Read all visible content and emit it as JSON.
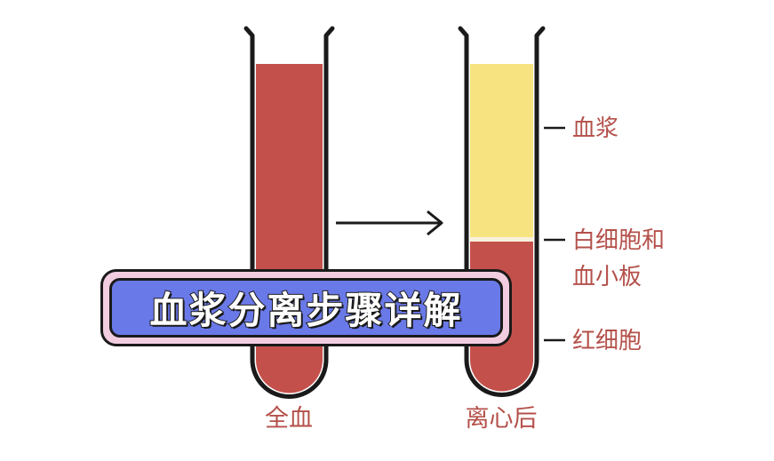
{
  "colors": {
    "blood": "#c4504b",
    "plasma": "#f7e480",
    "outline": "#1a1a1a",
    "label": "#b4504a",
    "banner_fill": "#6a79e8",
    "banner_border": "#f2cde0"
  },
  "tubes": {
    "left_label": "全血",
    "right_label": "离心后"
  },
  "layers": {
    "plasma": "血浆",
    "buffy_coat_line1": "白细胞和",
    "buffy_coat_line2": "血小板",
    "red_cells": "红细胞"
  },
  "banner": {
    "title": "血浆分离步骤详解"
  }
}
